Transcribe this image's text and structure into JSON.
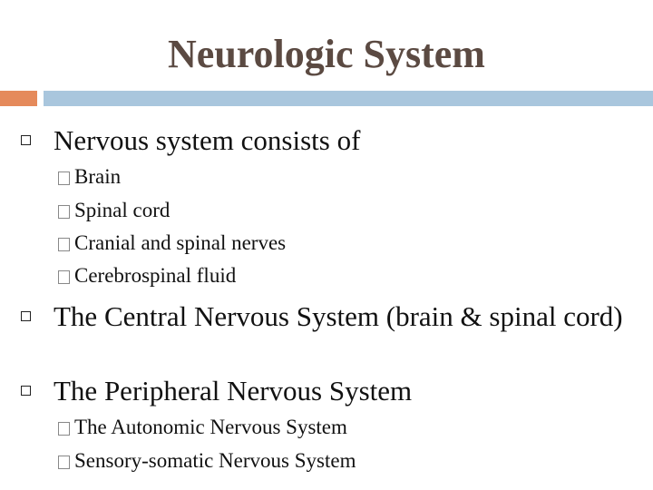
{
  "title": "Neurologic System",
  "accent_colors": {
    "left_bar": "#e58a5b",
    "right_bar": "#a9c6dd",
    "title": "#5b4a42"
  },
  "bullet_icon": "square-outline-icon",
  "sub_bullet_icon": "square-outline-icon",
  "items": [
    {
      "text": "Nervous system consists of",
      "children": [
        "Brain",
        "Spinal cord",
        "Cranial and spinal nerves",
        "Cerebrospinal fluid"
      ]
    },
    {
      "text": "The Central Nervous System (brain & spinal cord)",
      "children": []
    },
    {
      "text": "The Peripheral Nervous System",
      "children": [
        "The Autonomic Nervous System",
        "Sensory-somatic Nervous System"
      ]
    }
  ]
}
